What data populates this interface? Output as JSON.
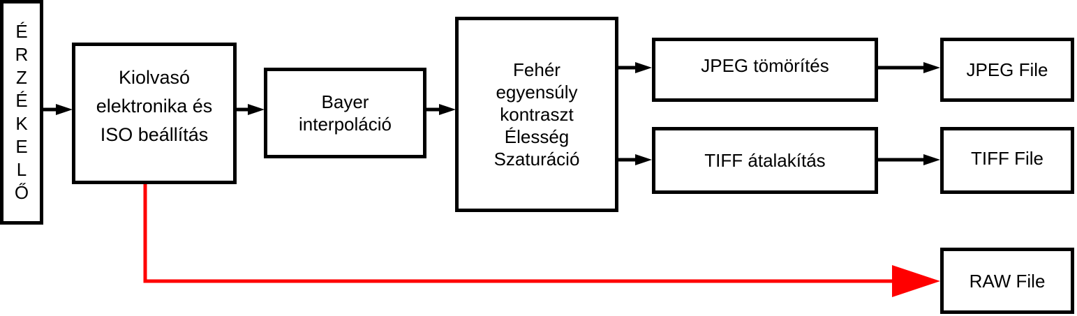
{
  "sensor": {
    "letters": [
      "É",
      "R",
      "Z",
      "É",
      "K",
      "E",
      "L",
      "Ő"
    ]
  },
  "blocks": {
    "readout": [
      "Kiolvasó",
      "elektronika és",
      "ISO beállítás"
    ],
    "bayer": [
      "Bayer",
      "interpoláció"
    ],
    "processing": [
      "Fehér",
      "egyensúly",
      "kontraszt",
      "Élesség",
      "Szaturáció"
    ],
    "jpeg_compression": "JPEG tömörítés",
    "tiff_conversion": "TIFF átalakítás",
    "jpeg_file": "JPEG File",
    "tiff_file": "TIFF File",
    "raw_file": "RAW File"
  },
  "colors": {
    "stroke": "#000000",
    "raw_path": "#ff0000"
  }
}
